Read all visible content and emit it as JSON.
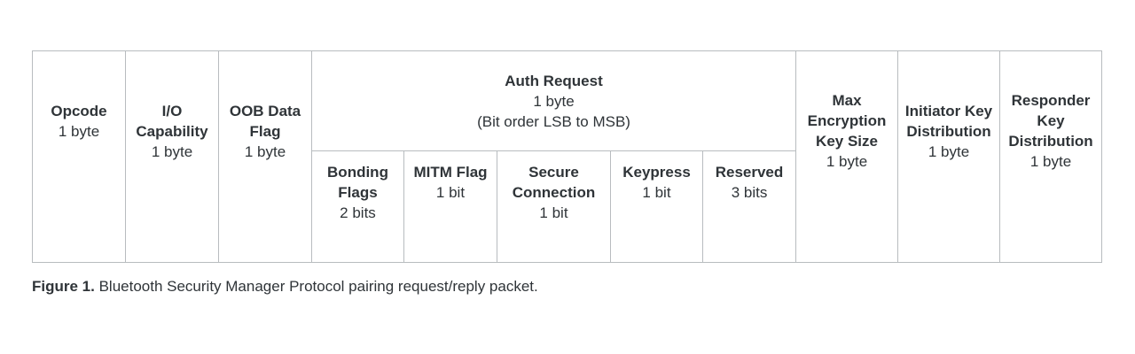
{
  "fields": [
    {
      "name": "Opcode",
      "size": "1 byte"
    },
    {
      "name": "I/O Capability",
      "size": "1 byte"
    },
    {
      "name": "OOB Data Flag",
      "size": "1 byte"
    },
    {
      "name": "Auth Request",
      "size": "1 byte",
      "note": "(Bit order LSB to MSB)"
    },
    {
      "name": "Max Encryption Key Size",
      "size": "1 byte"
    },
    {
      "name": "Initiator Key Distribution",
      "size": "1 byte"
    },
    {
      "name": "Responder Key Distribution",
      "size": "1 byte"
    }
  ],
  "auth_subfields": [
    {
      "name": "Bonding Flags",
      "size": "2 bits"
    },
    {
      "name": "MITM Flag",
      "size": "1 bit"
    },
    {
      "name": "Secure Connection",
      "size": "1 bit"
    },
    {
      "name": "Keypress",
      "size": "1 bit"
    },
    {
      "name": "Reserved",
      "size": "3 bits"
    }
  ],
  "caption": {
    "label": "Figure 1.",
    "text": " Bluetooth Security Manager Protocol pairing request/reply packet."
  }
}
